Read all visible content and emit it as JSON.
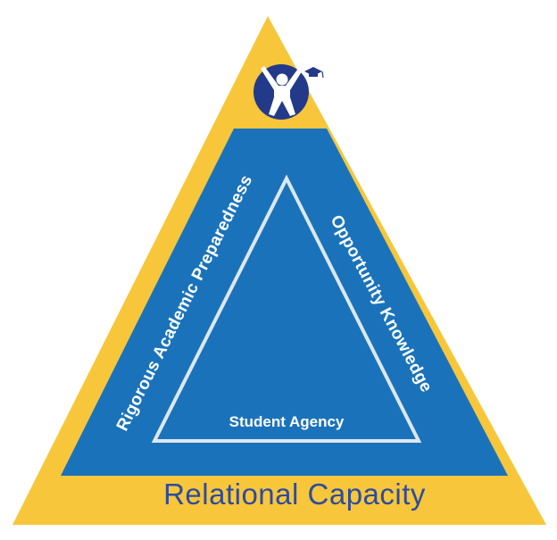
{
  "diagram": {
    "left_side_label": "Rigorous Academic Preparedness",
    "right_side_label": "Opportunity Knowledge",
    "center_label": "Student Agency",
    "base_label": "Relational Capacity",
    "logo_icon": "person-arms-raised-with-graduation-cap-icon",
    "colors": {
      "outer_yellow": "#F7C63A",
      "inner_blue": "#1A73BA",
      "inner_outline": "#DDE7F0",
      "logo_navy": "#233A8B",
      "base_text": "#2E4C9E"
    }
  }
}
